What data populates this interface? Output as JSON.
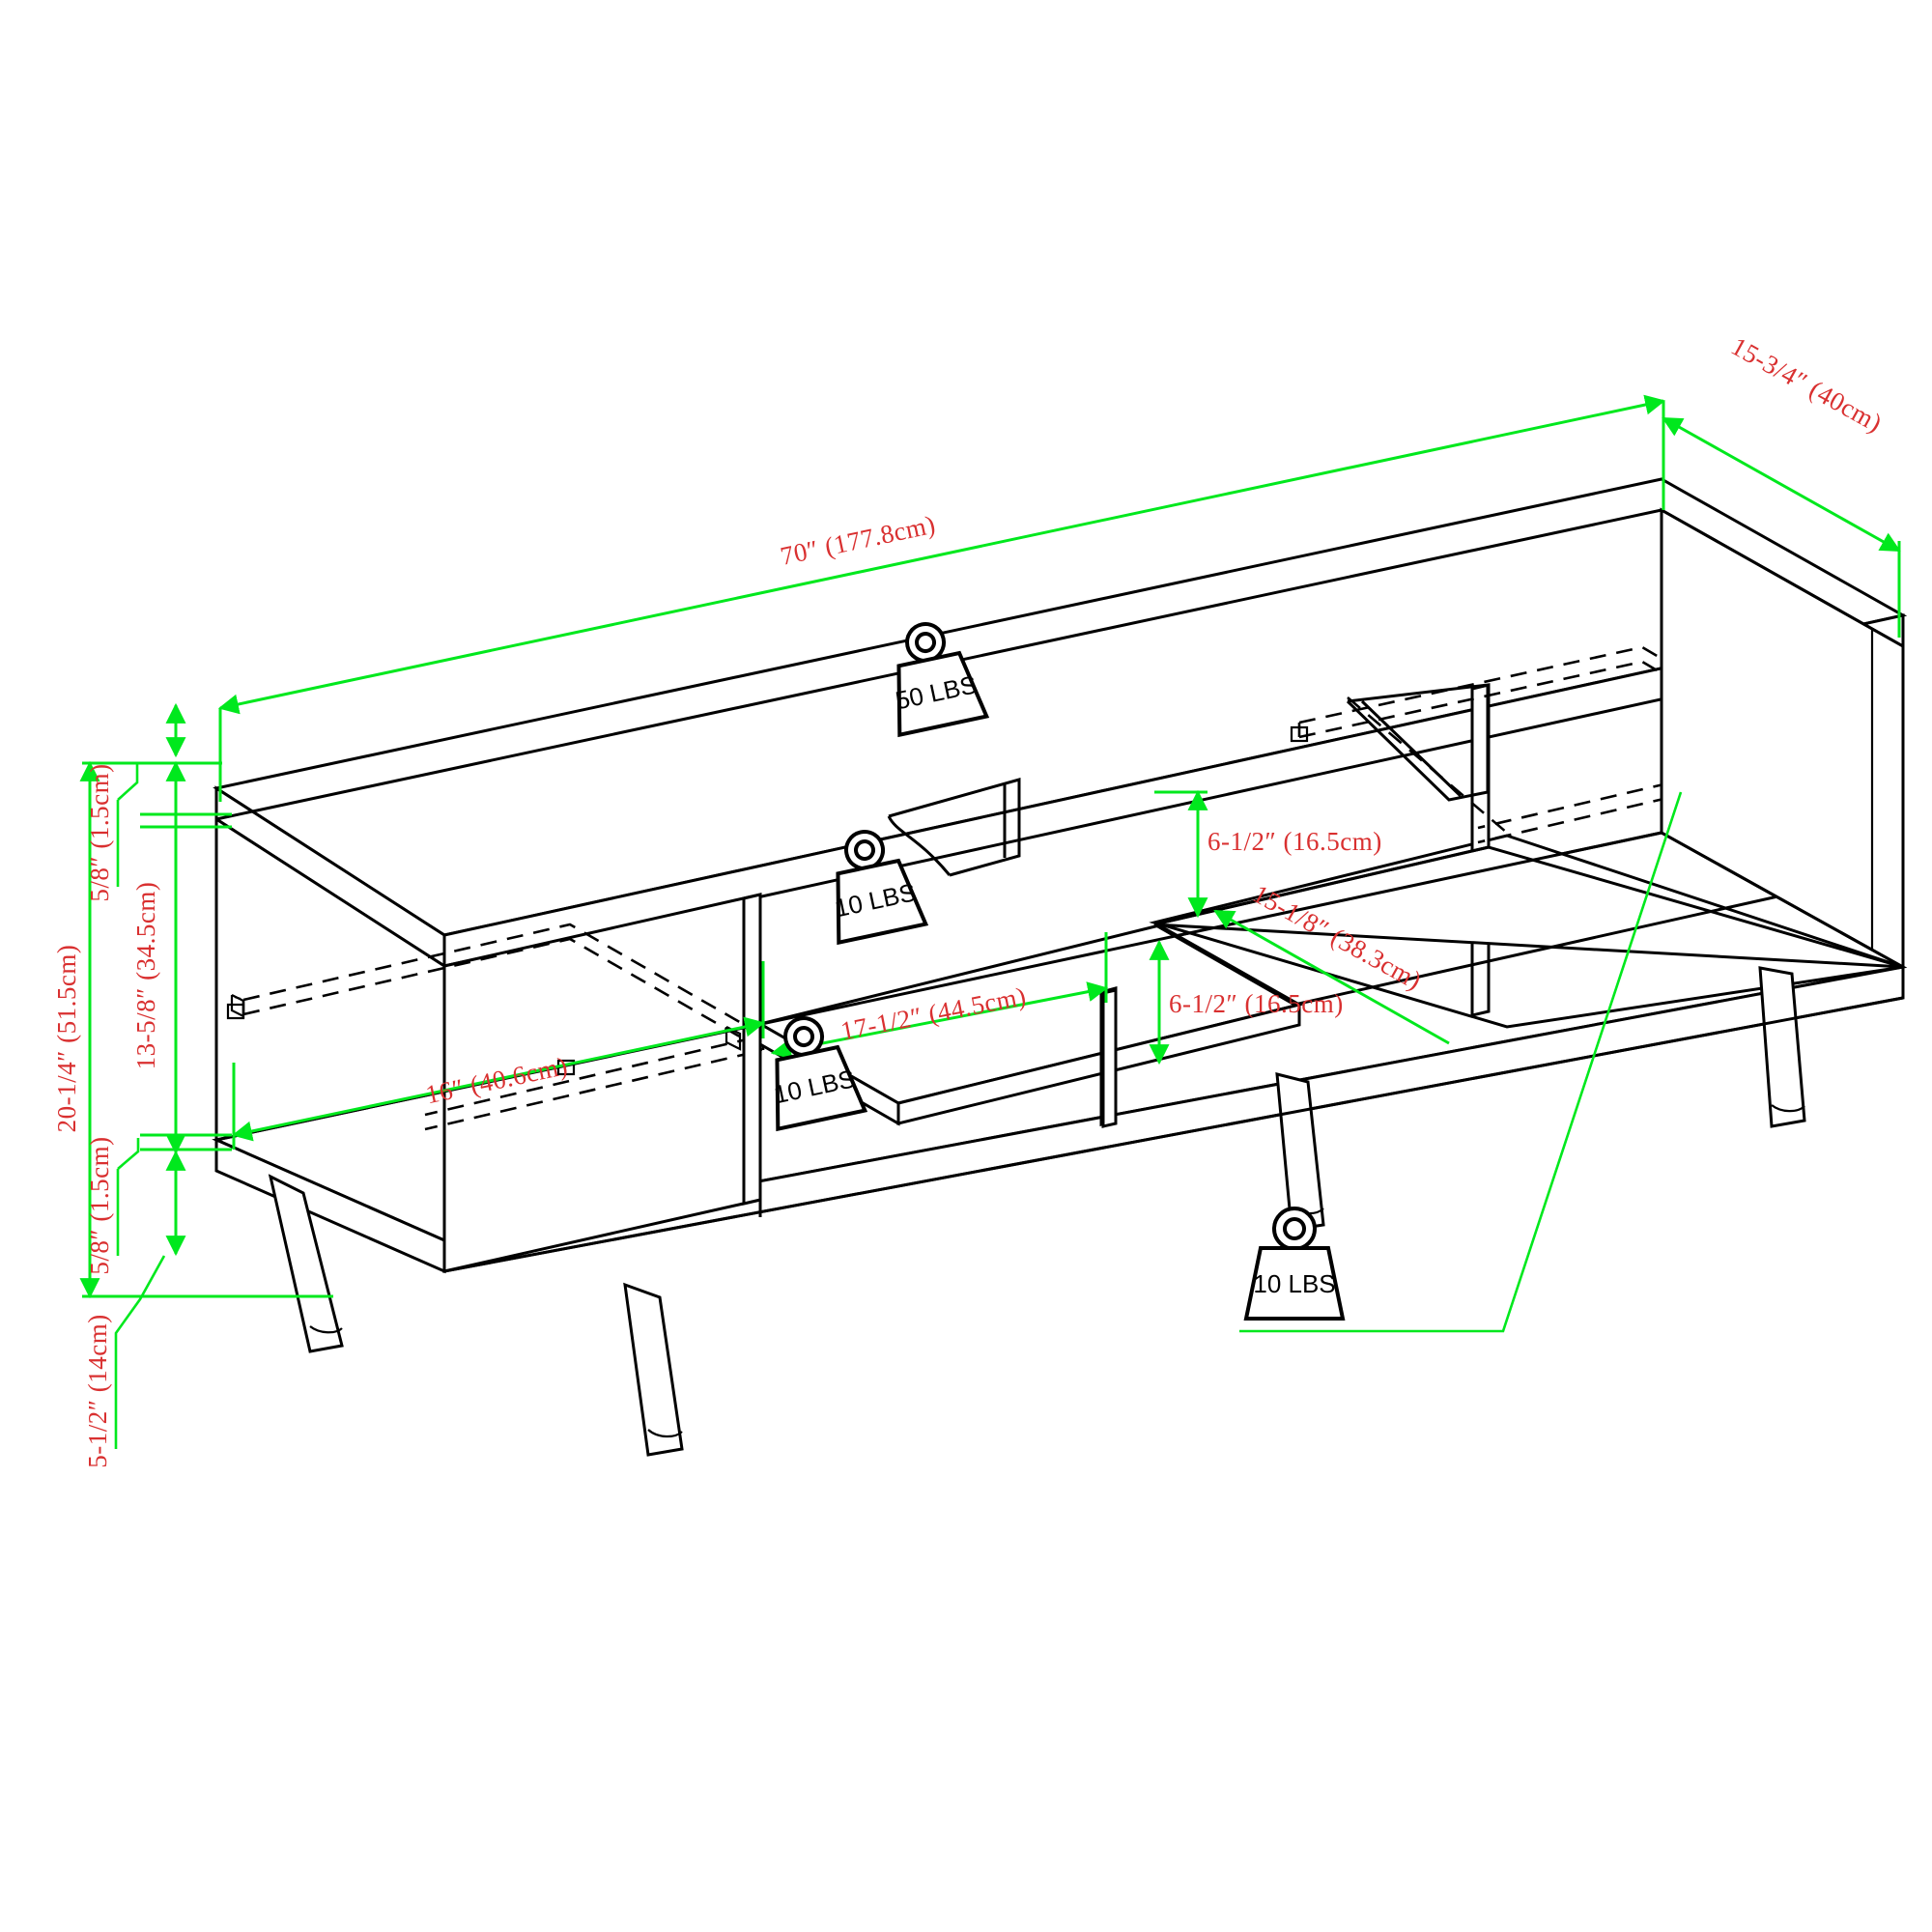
{
  "diagram": {
    "title": "TV Stand / Media Console Dimension Drawing",
    "type": "isometric-technical-dimension-drawing",
    "colors": {
      "dimension_line": "#00e81d",
      "dimension_text": "#d93030",
      "outline": "#000000",
      "background": "#ffffff"
    }
  },
  "dimensions": {
    "overall_width": "70″ (177.8cm)",
    "overall_depth": "15-3/4″ (40cm)",
    "overall_height": "20-1/4″ (51.5cm)",
    "top_panel_thickness": "5/8″ (1.5cm)",
    "body_height": "13-5/8″ (34.5cm)",
    "bottom_panel_thickness": "5/8″ (1.5cm)",
    "leg_height": "5-1/2″ (14cm)",
    "right_upper_opening_height": "6-1/2″ (16.5cm)",
    "right_lower_opening_height": "6-1/2″ (16.5cm)",
    "shelf_depth": "15-1/8″ (38.3cm)",
    "center_opening_width": "17-1/2″ (44.5cm)",
    "left_cabinet_width": "16″ (40.6cm)"
  },
  "weights": {
    "top_surface": "50 LBS",
    "center_shelf": "10 LBS",
    "lower_shelf": "10 LBS",
    "side_shelf": "10 LBS"
  },
  "labels": [
    {
      "id": "width-70",
      "text": "70″ (177.8cm)"
    },
    {
      "id": "depth-15-34",
      "text": "15-3/4″ (40cm)"
    },
    {
      "id": "height-20-14",
      "text": "20-1/4″ (51.5cm)"
    },
    {
      "id": "top-thickness",
      "text": "5/8″ (1.5cm)"
    },
    {
      "id": "body-height",
      "text": "13-5/8″ (34.5cm)"
    },
    {
      "id": "bottom-thickness",
      "text": "5/8″ (1.5cm)"
    },
    {
      "id": "leg-height",
      "text": "5-1/2″ (14cm)"
    },
    {
      "id": "opening-upper",
      "text": "6-1/2″ (16.5cm)"
    },
    {
      "id": "opening-lower",
      "text": "6-1/2″ (16.5cm)"
    },
    {
      "id": "shelf-depth",
      "text": "15-1/8″ (38.3cm)"
    },
    {
      "id": "center-width",
      "text": "17-1/2″ (44.5cm)"
    },
    {
      "id": "cabinet-width",
      "text": "16″ (40.6cm)"
    },
    {
      "id": "weight-top",
      "text": "50 LBS"
    },
    {
      "id": "weight-center",
      "text": "10 LBS"
    },
    {
      "id": "weight-lower",
      "text": "10 LBS"
    },
    {
      "id": "weight-side",
      "text": "10 LBS"
    }
  ]
}
